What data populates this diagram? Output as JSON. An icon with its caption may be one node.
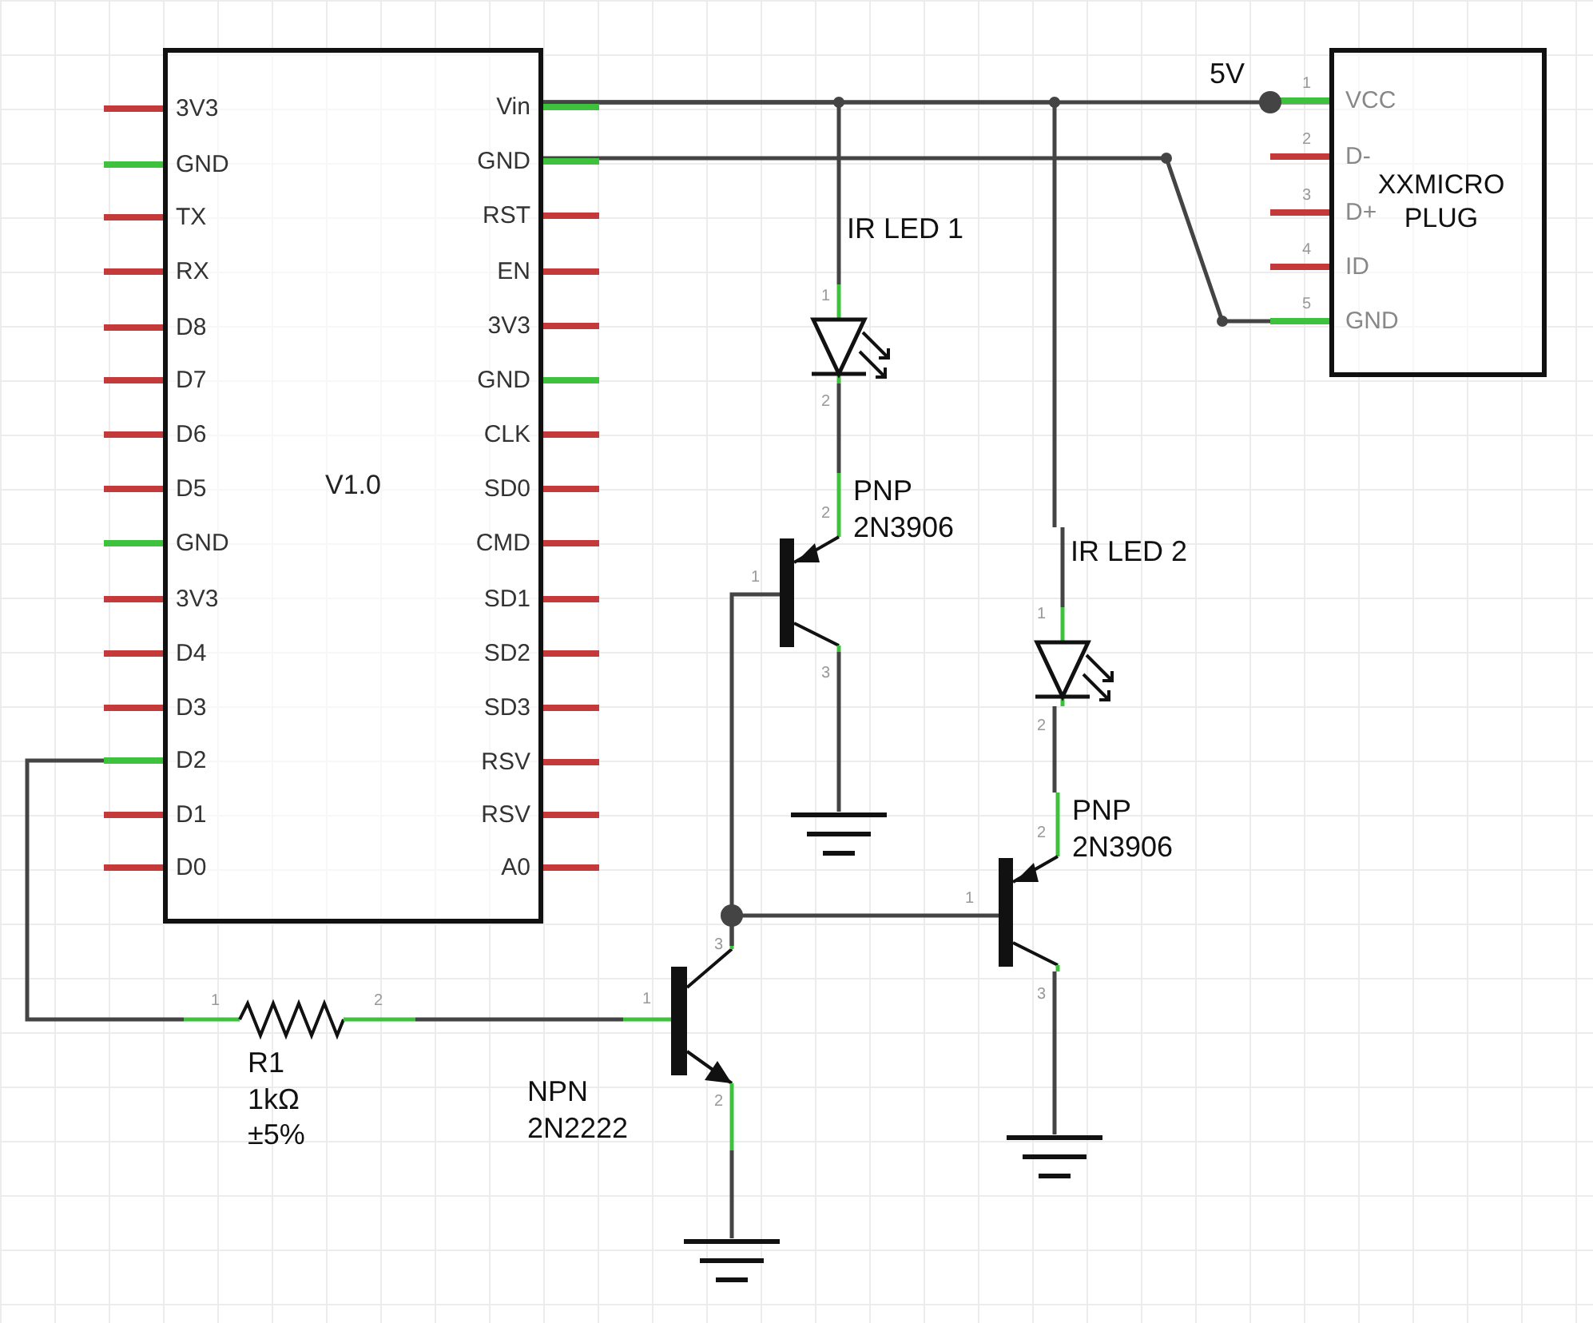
{
  "diagram": {
    "nodes": [
      {
        "text": [
          "V1.0"
        ]
      },
      {
        "text": [
          "XXMICRO PLUG"
        ]
      },
      {
        "text": [
          "IR LED 1"
        ]
      },
      {
        "text": [
          "PNP 2N3906"
        ]
      },
      {
        "text": [],
        "shape": "ground"
      },
      {
        "text": [
          "IR LED 2"
        ]
      },
      {
        "text": [
          "PNP 2N3906"
        ]
      },
      {
        "text": [],
        "shape": "ground"
      },
      {
        "text": [
          "NPN 2N2222"
        ]
      },
      {
        "text": [],
        "shape": "ground"
      },
      {
        "text": [
          "R1 1kΩ ±5%"
        ]
      }
    ],
    "edges": [
      {
        "from": 0,
        "to": 1,
        "arrow": "none"
      },
      {
        "from": 0,
        "to": 2,
        "arrow": "none"
      },
      {
        "from": 0,
        "to": 5,
        "arrow": "none"
      },
      {
        "from": 0,
        "to": 1,
        "arrow": "none"
      },
      {
        "from": 2,
        "to": 3,
        "arrow": "none"
      },
      {
        "from": 3,
        "to": 4,
        "arrow": "none"
      },
      {
        "from": 5,
        "to": 6,
        "arrow": "none"
      },
      {
        "from": 6,
        "to": 7,
        "arrow": "none"
      },
      {
        "from": 0,
        "to": 10,
        "arrow": "none"
      },
      {
        "from": 10,
        "to": 8,
        "arrow": "none"
      },
      {
        "from": 8,
        "to": 3,
        "arrow": "none"
      },
      {
        "from": 8,
        "to": 6,
        "arrow": "none"
      },
      {
        "from": 8,
        "to": 9,
        "arrow": "none"
      }
    ],
    "labels": [
      "3V3",
      "GND",
      "TX",
      "RX",
      "D8",
      "D7",
      "D6",
      "D5",
      "GND",
      "3V3",
      "D4",
      "D3",
      "D2",
      "D1",
      "D0",
      "Vin",
      "GND",
      "RST",
      "EN",
      "3V3",
      "GND",
      "CLK",
      "SD0",
      "CMD",
      "SD1",
      "SD2",
      "SD3",
      "RSV",
      "RSV",
      "A0",
      "VCC",
      "D-",
      "D+",
      "ID",
      "GND",
      "1",
      "2",
      "3",
      "4",
      "5",
      "1",
      "2",
      "2",
      "1",
      "3",
      "1",
      "2",
      "2",
      "1",
      "3",
      "1",
      "3",
      "2",
      "1",
      "2",
      "5V"
    ]
  }
}
